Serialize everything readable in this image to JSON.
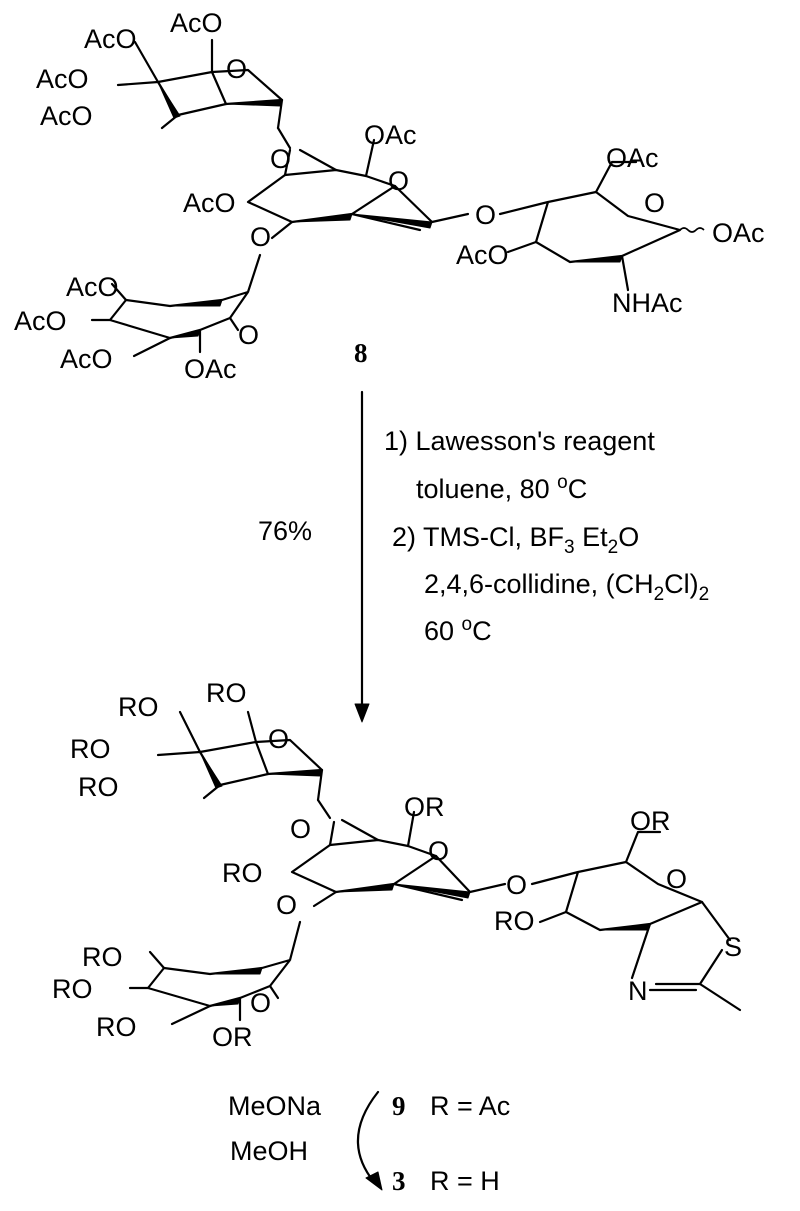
{
  "compounds": {
    "start": {
      "number": "8",
      "labels": {
        "m1_oac_top": "AcO",
        "m1_oac_top2": "AcO",
        "m1_oac_left": "AcO",
        "m1_oac_mid": "AcO",
        "ring_O": "O",
        "core_oac_top": "OAc",
        "core_oac_left": "AcO",
        "core_O_link": "O",
        "core_O_link2": "O",
        "core_O_link3": "O",
        "glc_oac_top": "OAc",
        "glc_oac_anomeric": "OAc",
        "glc_oac_left": "AcO",
        "glc_nhac": "NHAc",
        "m2_oac_1": "AcO",
        "m2_oac_2": "AcO",
        "m2_oac_3": "AcO",
        "m2_oac_4": "OAc"
      }
    },
    "product": {
      "number_a": "9",
      "r_def_a": "R = Ac",
      "number_b": "3",
      "r_def_b": "R = H",
      "labels": {
        "m1_ro_top": "RO",
        "m1_ro_top2": "RO",
        "m1_ro_left": "RO",
        "m1_ro_mid": "RO",
        "ring_O": "O",
        "core_or_top": "OR",
        "core_ro_left": "RO",
        "glc_or_top": "OR",
        "glc_ro_left": "RO",
        "thiazoline_S": "S",
        "thiazoline_N": "N",
        "m2_ro_1": "RO",
        "m2_ro_2": "RO",
        "m2_ro_3": "RO",
        "m2_or_4": "OR"
      }
    }
  },
  "reaction": {
    "yield": "76%",
    "step1_line1": "1) Lawesson's reagent",
    "step1_line2_pre": "toluene, 80 ",
    "step1_line2_sup": "o",
    "step1_line2_post": "C",
    "step2_line1_pre": "2) TMS-Cl, BF",
    "step2_line1_sub1": "3",
    "step2_line1_mid": " Et",
    "step2_line1_sub2": "2",
    "step2_line1_post": "O",
    "step2_line2_pre": "2,4,6-collidine, (CH",
    "step2_line2_sub1": "2",
    "step2_line2_mid": "Cl)",
    "step2_line2_sub2": "2",
    "step2_line3_pre": "60 ",
    "step2_line3_sup": "o",
    "step2_line3_post": "C"
  },
  "deprotection": {
    "reagent1": "MeONa",
    "reagent2": "MeOH"
  }
}
